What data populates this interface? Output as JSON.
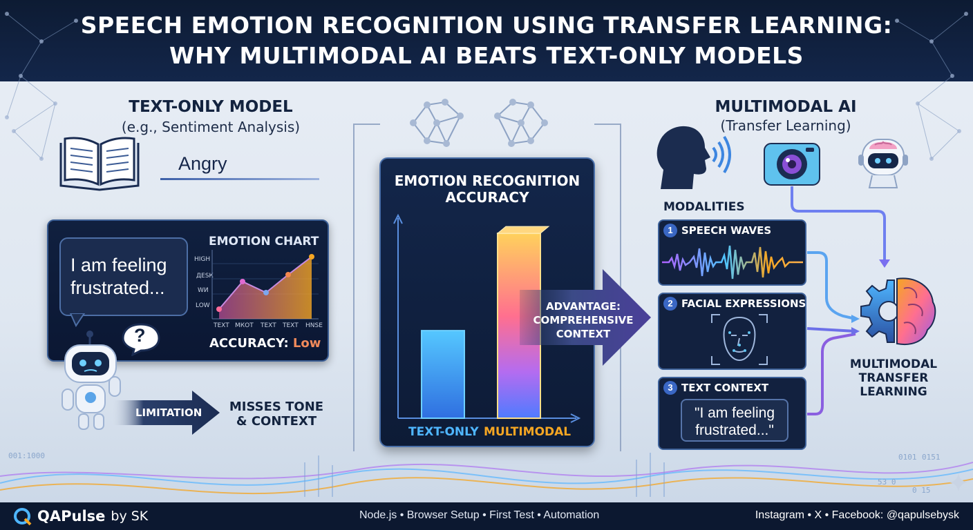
{
  "header": {
    "title_line1": "SPEECH EMOTION RECOGNITION USING TRANSFER LEARNING:",
    "title_line2": "WHY MULTIMODAL AI BEATS TEXT-ONLY MODELS"
  },
  "text_only": {
    "title": "TEXT-ONLY MODEL",
    "subtitle": "(e.g., Sentiment Analysis)",
    "emotion_label": "Angry",
    "bubble_text": "I am feeling frustrated...",
    "chart": {
      "title": "EMOTION CHART",
      "y_ticks": [
        "HIGH",
        "ДЕSК",
        "WИ",
        "LOW"
      ],
      "x_ticks": [
        "TEXT",
        "MКОТ",
        "TEXT",
        "TEXT",
        "HNSE"
      ],
      "accuracy_label": "ACCURACY:",
      "accuracy_value": "Low"
    },
    "question_mark": "?",
    "limitation_label": "LIMITATION",
    "limitation_text": "MISSES TONE & CONTEXT"
  },
  "accuracy_chart": {
    "title": "EMOTION RECOGNITION ACCURACY"
  },
  "chart_data": {
    "type": "bar",
    "title": "EMOTION RECOGNITION ACCURACY",
    "categories": [
      "TEXT-ONLY",
      "MULTIMODAL"
    ],
    "values": [
      45,
      95
    ],
    "ylim": [
      0,
      100
    ],
    "colors": [
      "#2f9be8",
      "#f5a623"
    ]
  },
  "advantage": {
    "label": "ADVANTAGE: COMPREHENSIVE CONTEXT"
  },
  "multimodal": {
    "title": "MULTIMODAL AI",
    "subtitle": "(Transfer Learning)",
    "modalities_heading": "MODALITIES",
    "modalities": [
      {
        "num": "1",
        "label": "SPEECH WAVES"
      },
      {
        "num": "2",
        "label": "FACIAL EXPRESSIONS"
      },
      {
        "num": "3",
        "label": "TEXT CONTEXT"
      }
    ],
    "quote": "\"I am feeling frustrated...\"",
    "result_label": "MULTIMODAL TRANSFER LEARNING"
  },
  "decor": {
    "binary_left": "001:1000",
    "binary_right1": "0101",
    "binary_right2": "0151",
    "binary_right3": "53 0",
    "binary_right4": "0 15"
  },
  "footer": {
    "brand": "QAPulse",
    "brand_by": "by SK",
    "topics": "Node.js • Browser Setup • First Test • Automation",
    "social": "Instagram • X • Facebook: @qapulsebysk"
  },
  "colors": {
    "navy": "#0d1b33",
    "accent_blue": "#2f9be8",
    "accent_orange": "#f5a623",
    "low_red": "#f08a5b"
  }
}
